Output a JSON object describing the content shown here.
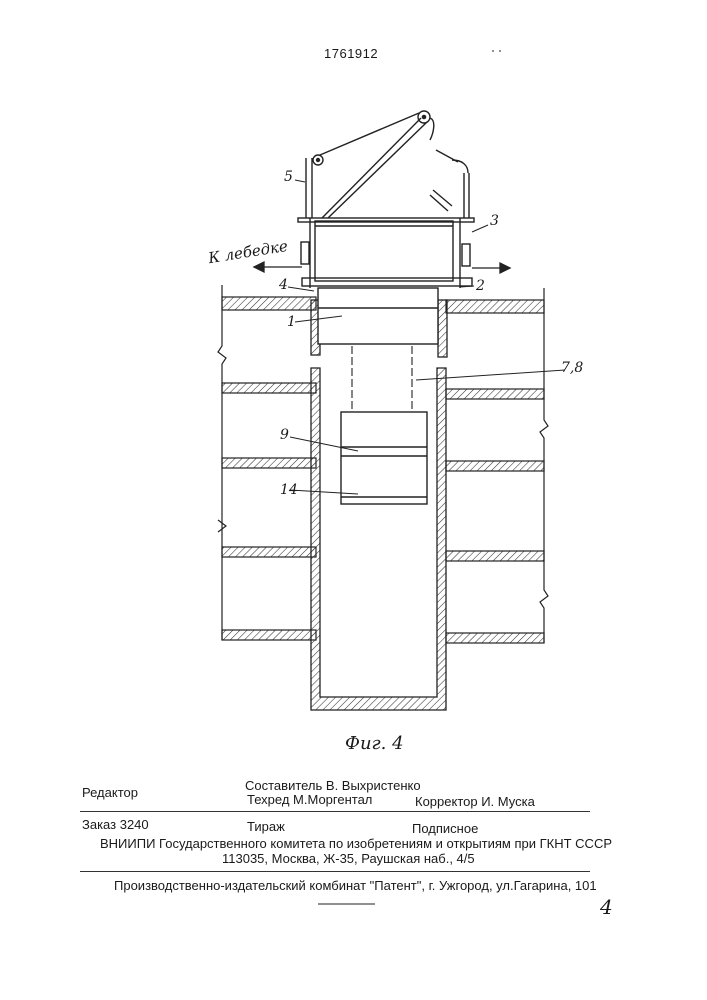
{
  "header": {
    "patent_number": "1761912"
  },
  "figure": {
    "caption": "Фиг. 4",
    "direction_label": "К лебедке",
    "callouts": [
      "5",
      "3",
      "4",
      "2",
      "1",
      "7,8",
      "9",
      "14"
    ]
  },
  "footer": {
    "editor_label": "Редактор",
    "compiler": "Составитель  В. Выхристенко",
    "techred": "Техред М.Моргентал",
    "corrector": "Корректор И. Муска",
    "order": "Заказ 3240",
    "circulation": "Тираж",
    "subscription": "Подписное",
    "institute": "ВНИИПИ Государственного комитета по изобретениям и открытиям при ГКНТ СССР",
    "address": "113035, Москва, Ж-35, Раушская наб., 4/5",
    "publisher": "Производственно-издательский комбинат \"Патент\", г. Ужгород, ул.Гагарина, 101"
  },
  "page_mark": "4"
}
